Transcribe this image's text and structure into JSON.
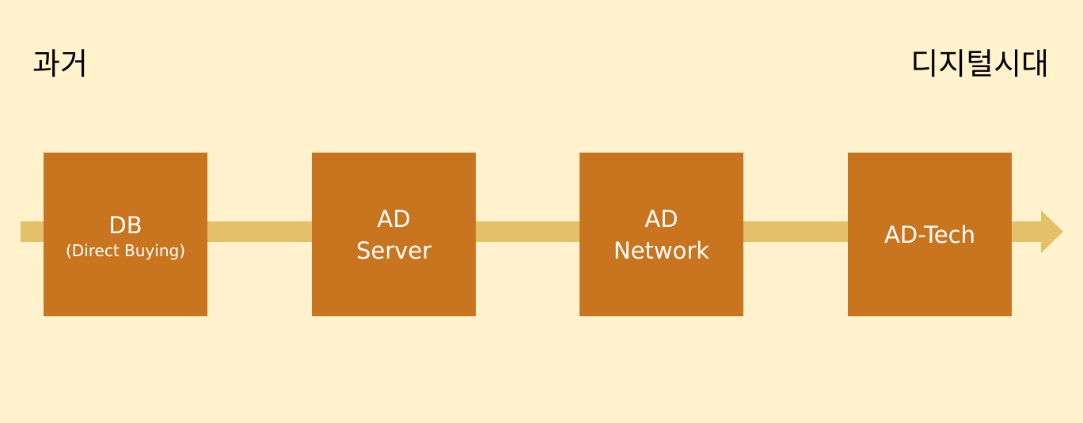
{
  "labels": {
    "past": "과거",
    "digital_era": "디지털시대"
  },
  "colors": {
    "background": "#fff2cc",
    "arrow": "#e5c06a",
    "box": "#c9741e",
    "box_text": "#ffffff"
  },
  "stages": [
    {
      "line1": "DB",
      "line2": "(Direct Buying)"
    },
    {
      "line1": "AD",
      "line2": "Server"
    },
    {
      "line1": "AD",
      "line2": "Network"
    },
    {
      "line1": "AD-Tech"
    }
  ]
}
